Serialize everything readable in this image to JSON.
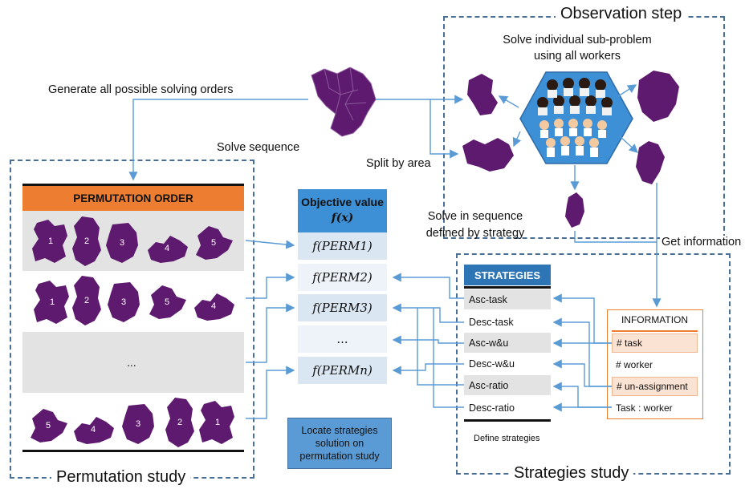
{
  "titles": {
    "observation": "Observation step",
    "permutation": "Permutation study",
    "strategies": "Strategies study"
  },
  "labels": {
    "generate": "Generate all possible solving orders",
    "solve_sequence": "Solve sequence",
    "split": "Split by area",
    "solve_individual_1": "Solve individual sub-problem",
    "solve_individual_2": "using all workers",
    "solve_in_seq_1": "Solve in sequence",
    "solve_in_seq_2": "defined by strategy",
    "get_info": "Get information",
    "define_strategies": "Define strategies"
  },
  "permutation": {
    "header": "PERMUTATION ORDER",
    "rows": [
      {
        "order": [
          "1",
          "2",
          "3",
          "4",
          "5"
        ]
      },
      {
        "order": [
          "1",
          "2",
          "3",
          "5",
          "4"
        ]
      },
      {
        "ellipsis": "..."
      },
      {
        "order": [
          "5",
          "4",
          "3",
          "2",
          "1"
        ]
      }
    ]
  },
  "objective": {
    "header_line1": "Objective value",
    "header_line2": "f(x)",
    "cells": [
      "f(PERM1)",
      "f(PERM2)",
      "f(PERM3)",
      "...",
      "f(PERMn)"
    ]
  },
  "strategies": {
    "header": "STRATEGIES",
    "items": [
      "Asc-task",
      "Desc-task",
      "Asc-w&u",
      "Desc-w&u",
      "Asc-ratio",
      "Desc-ratio"
    ]
  },
  "information": {
    "header": "INFORMATION",
    "items": [
      "# task",
      "# worker",
      "# un-assignment",
      "Task : worker"
    ]
  },
  "locate": {
    "line1": "Locate strategies",
    "line2": "solution on",
    "line3": "permutation study"
  },
  "colors": {
    "region": "#5e1a6e",
    "dash": "#4a6f96",
    "arrow": "#5b9bd5",
    "orange": "#ed7d31",
    "hexagon": "#3d8fd6",
    "objective_header": "#3d8fd6",
    "strategies_header": "#2e75b6"
  },
  "icons": {
    "region": "map-region-icon",
    "workers": "workers-crowd-icon"
  }
}
